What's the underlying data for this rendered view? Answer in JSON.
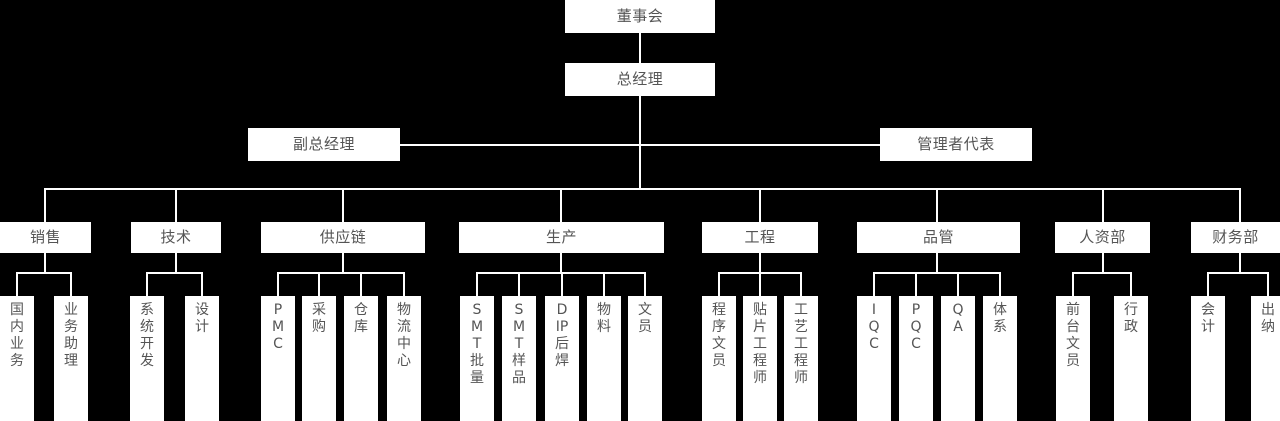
{
  "chart_data": {
    "type": "diagram",
    "title": "组织架构图",
    "orientation": "top-down",
    "background_color": "#000000",
    "node_fill": "#ffffff",
    "node_text_color": "#555555",
    "connector_color": "#ffffff",
    "levels": [
      {
        "level": 1,
        "nodes": [
          {
            "id": "board",
            "label": "董事会"
          }
        ]
      },
      {
        "level": 2,
        "nodes": [
          {
            "id": "gm",
            "label": "总经理"
          }
        ]
      },
      {
        "level": 3,
        "nodes": [
          {
            "id": "deputy-gm",
            "label": "副总经理"
          },
          {
            "id": "mgmt-rep",
            "label": "管理者代表"
          }
        ]
      },
      {
        "level": 4,
        "nodes": [
          {
            "id": "sales",
            "label": "销售"
          },
          {
            "id": "tech",
            "label": "技术"
          },
          {
            "id": "supply-chain",
            "label": "供应链"
          },
          {
            "id": "production",
            "label": "生产"
          },
          {
            "id": "engineering",
            "label": "工程"
          },
          {
            "id": "quality",
            "label": "品管"
          },
          {
            "id": "hr",
            "label": "人资部"
          },
          {
            "id": "finance",
            "label": "财务部"
          }
        ]
      },
      {
        "level": 5,
        "groups": [
          {
            "parent": "sales",
            "nodes": [
              "国内业务",
              "业务助理"
            ]
          },
          {
            "parent": "tech",
            "nodes": [
              "系统开发",
              "设计"
            ]
          },
          {
            "parent": "supply-chain",
            "nodes": [
              "PMC",
              "采购",
              "仓库",
              "物流中心"
            ]
          },
          {
            "parent": "production",
            "nodes": [
              "SMT批量",
              "SMT样品",
              "DIP后焊",
              "物料",
              "文员"
            ]
          },
          {
            "parent": "engineering",
            "nodes": [
              "程序文员",
              "贴片工程师",
              "工艺工程师"
            ]
          },
          {
            "parent": "quality",
            "nodes": [
              "IQC",
              "PQC",
              "QA",
              "体系"
            ]
          },
          {
            "parent": "hr",
            "nodes": [
              "前台文员",
              "行政"
            ]
          },
          {
            "parent": "finance",
            "nodes": [
              "会计",
              "出纳"
            ]
          }
        ]
      }
    ]
  },
  "top": {
    "board": "董事会",
    "general_manager": "总经理",
    "deputy_general_manager": "副总经理",
    "management_representative": "管理者代表"
  },
  "departments": {
    "sales": "销售",
    "tech": "技术",
    "supply_chain": "供应链",
    "production": "生产",
    "engineering": "工程",
    "hr": "人资部",
    "quality": "品管",
    "finance": "财务部"
  },
  "leaves": {
    "sales": [
      "国内业务",
      "业务助理"
    ],
    "tech": [
      "系统开发",
      "设计"
    ],
    "supply_chain": [
      "PMC",
      "采购",
      "仓库",
      "物流中心"
    ],
    "production": [
      "SMT批量",
      "SMT样品",
      "DIP后焊",
      "物料",
      "文员"
    ],
    "engineering": [
      "程序文员",
      "贴片工程师",
      "工艺工程师"
    ],
    "quality": [
      "IQC",
      "PQC",
      "QA",
      "体系"
    ],
    "hr": [
      "前台文员",
      "行政"
    ],
    "finance": [
      "会计",
      "出纳"
    ]
  }
}
